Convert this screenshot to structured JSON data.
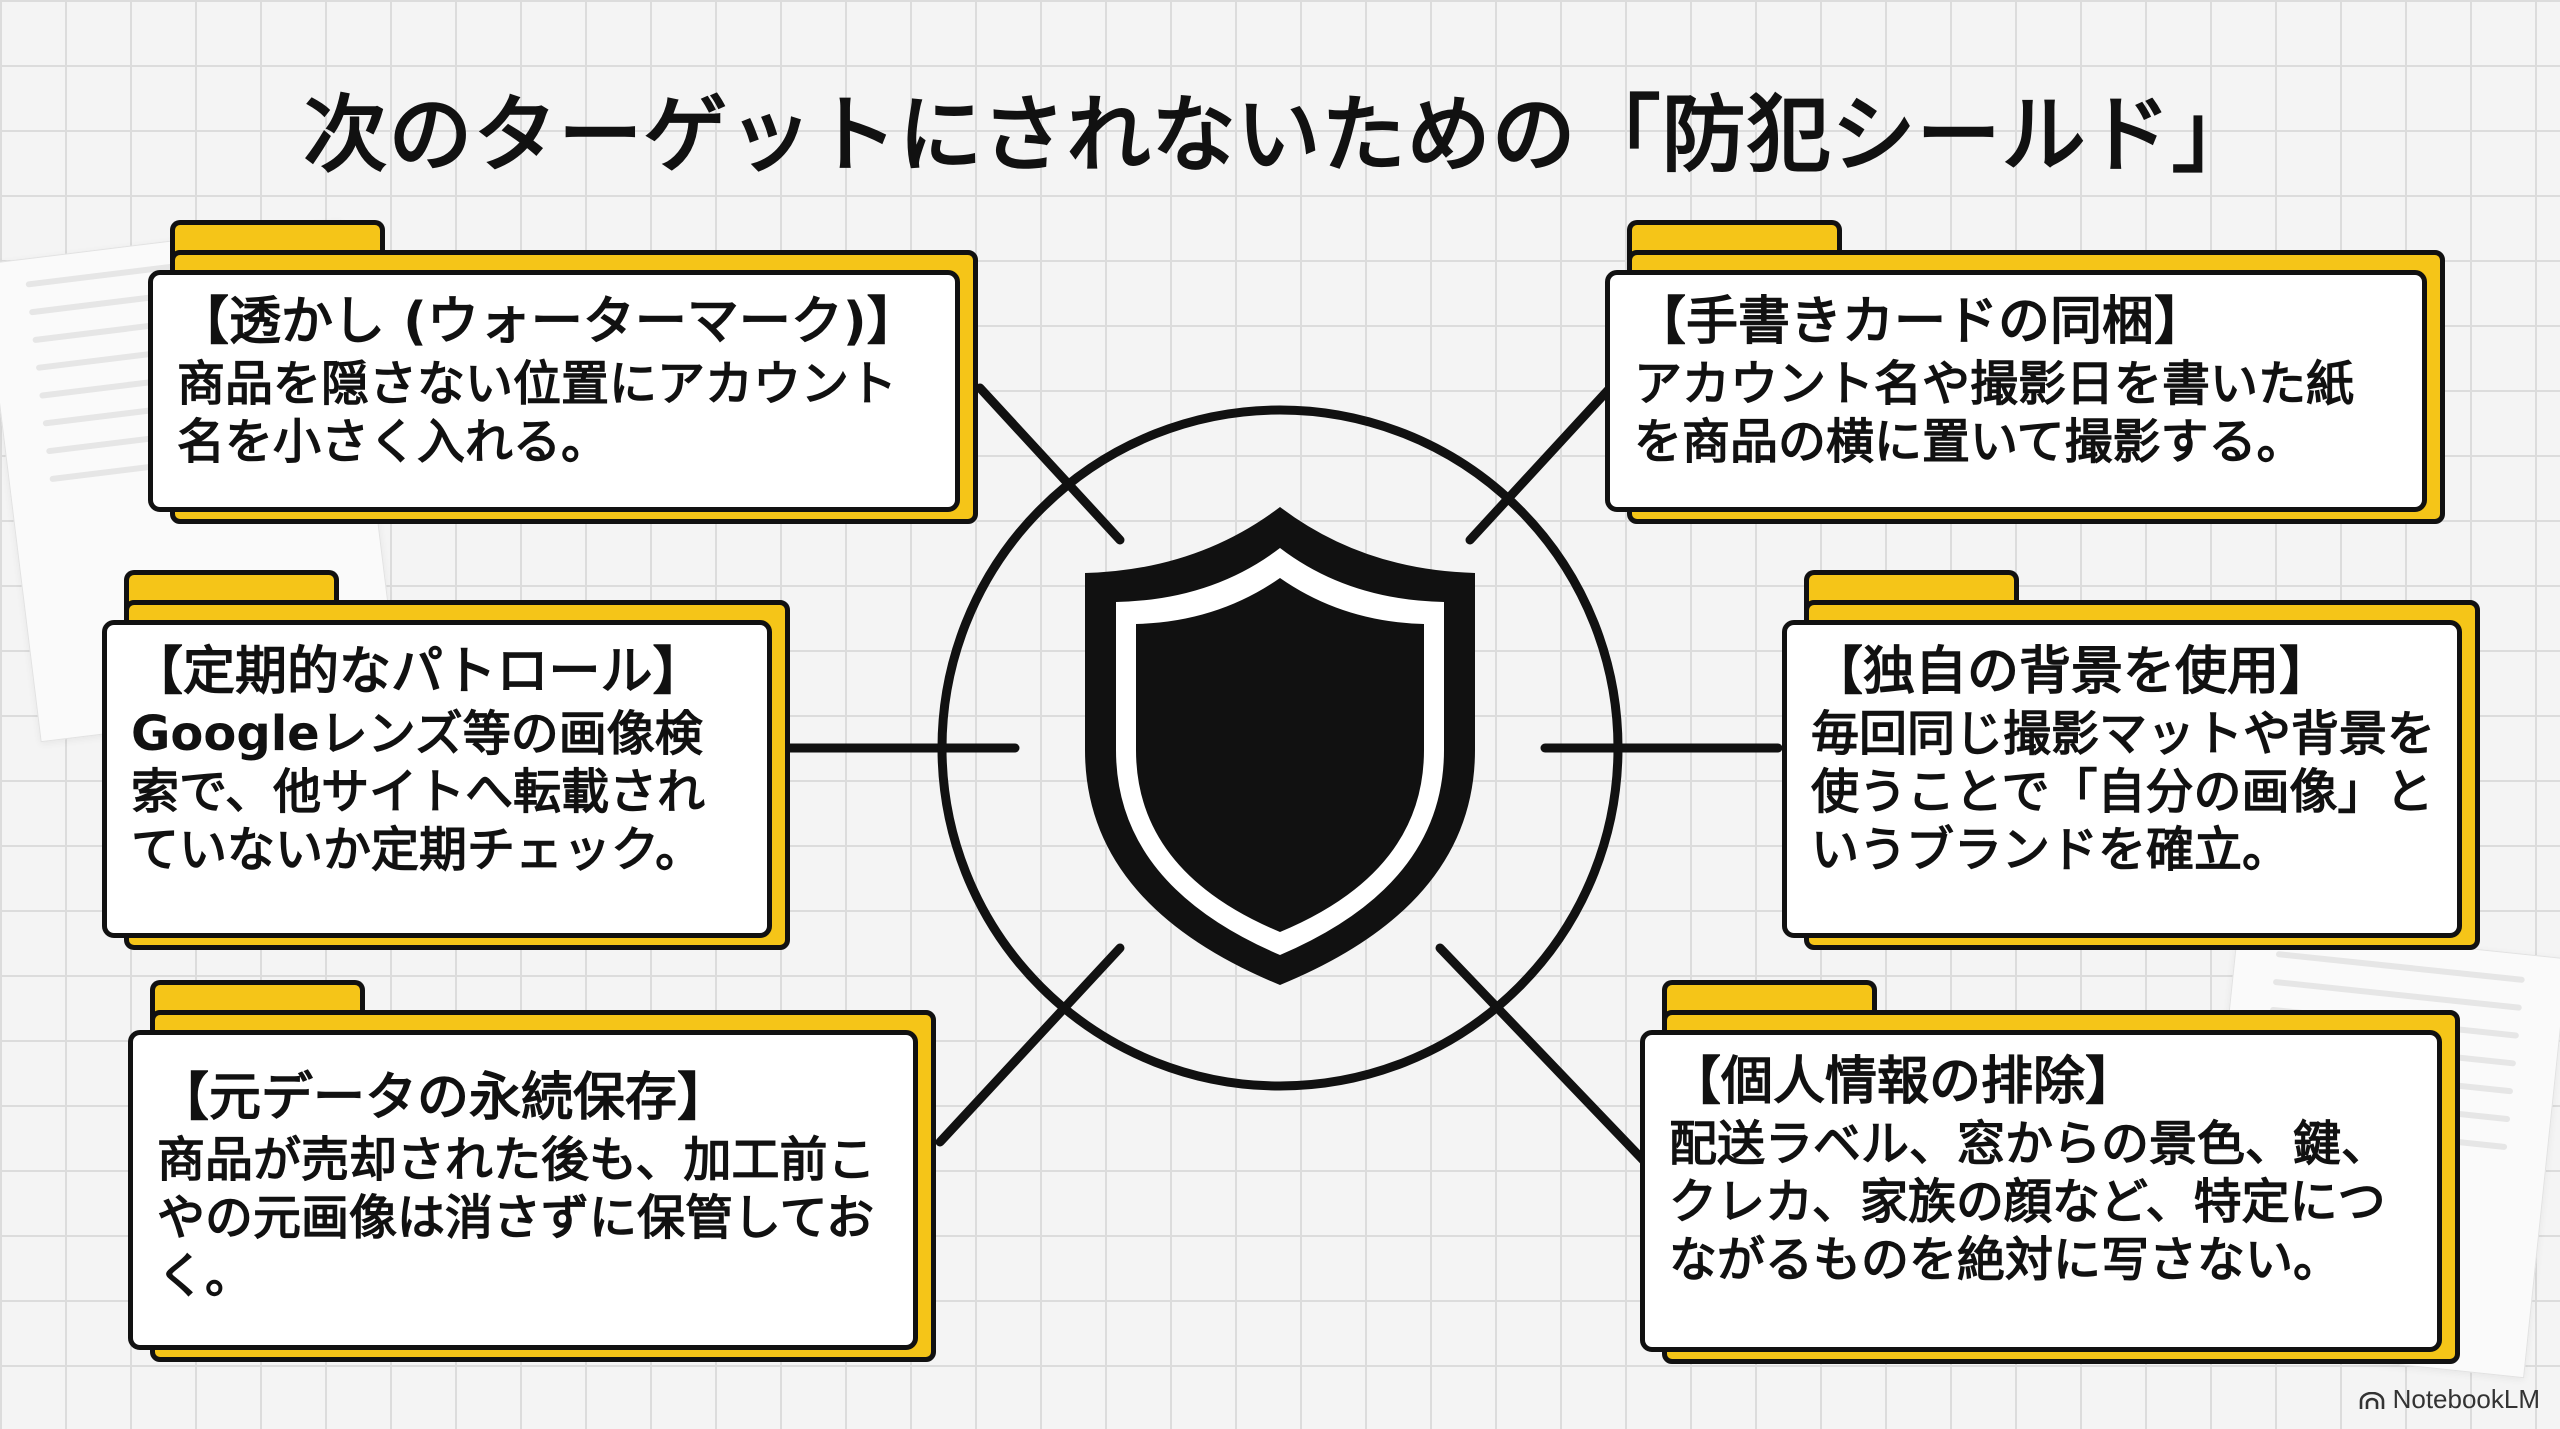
{
  "title": "次のターゲットにされないための「防犯シールド」",
  "center_icon": "shield-icon",
  "cards": [
    {
      "title": "【透かし (ウォーターマーク)】",
      "body": "商品を隠さない位置にアカウント名を小さく入れる。"
    },
    {
      "title": "【定期的なパトロール】",
      "body": "Googleレンズ等の画像検索で、他サイトへ転載されていないか定期チェック。"
    },
    {
      "title": "【元データの永続保存】",
      "body": "商品が売却された後も、加工前こやの元画像は消さずに保管しておく。"
    },
    {
      "title": "【手書きカードの同梱】",
      "body": "アカウント名や撮影日を書いた紙を商品の横に置いて撮影する。"
    },
    {
      "title": "【独自の背景を使用】",
      "body": "毎回同じ撮影マットや背景を使うことで「自分の画像」というブランドを確立。"
    },
    {
      "title": "【個人情報の排除】",
      "body": "配送ラベル、窓からの景色、鍵、クレカ、家族の顔など、特定につながるものを絶対に写さない。"
    }
  ],
  "footer": {
    "brand": "NotebookLM"
  },
  "colors": {
    "accent": "#f5c518",
    "ink": "#111111",
    "card": "#ffffff",
    "background": "#f4f4f4"
  }
}
